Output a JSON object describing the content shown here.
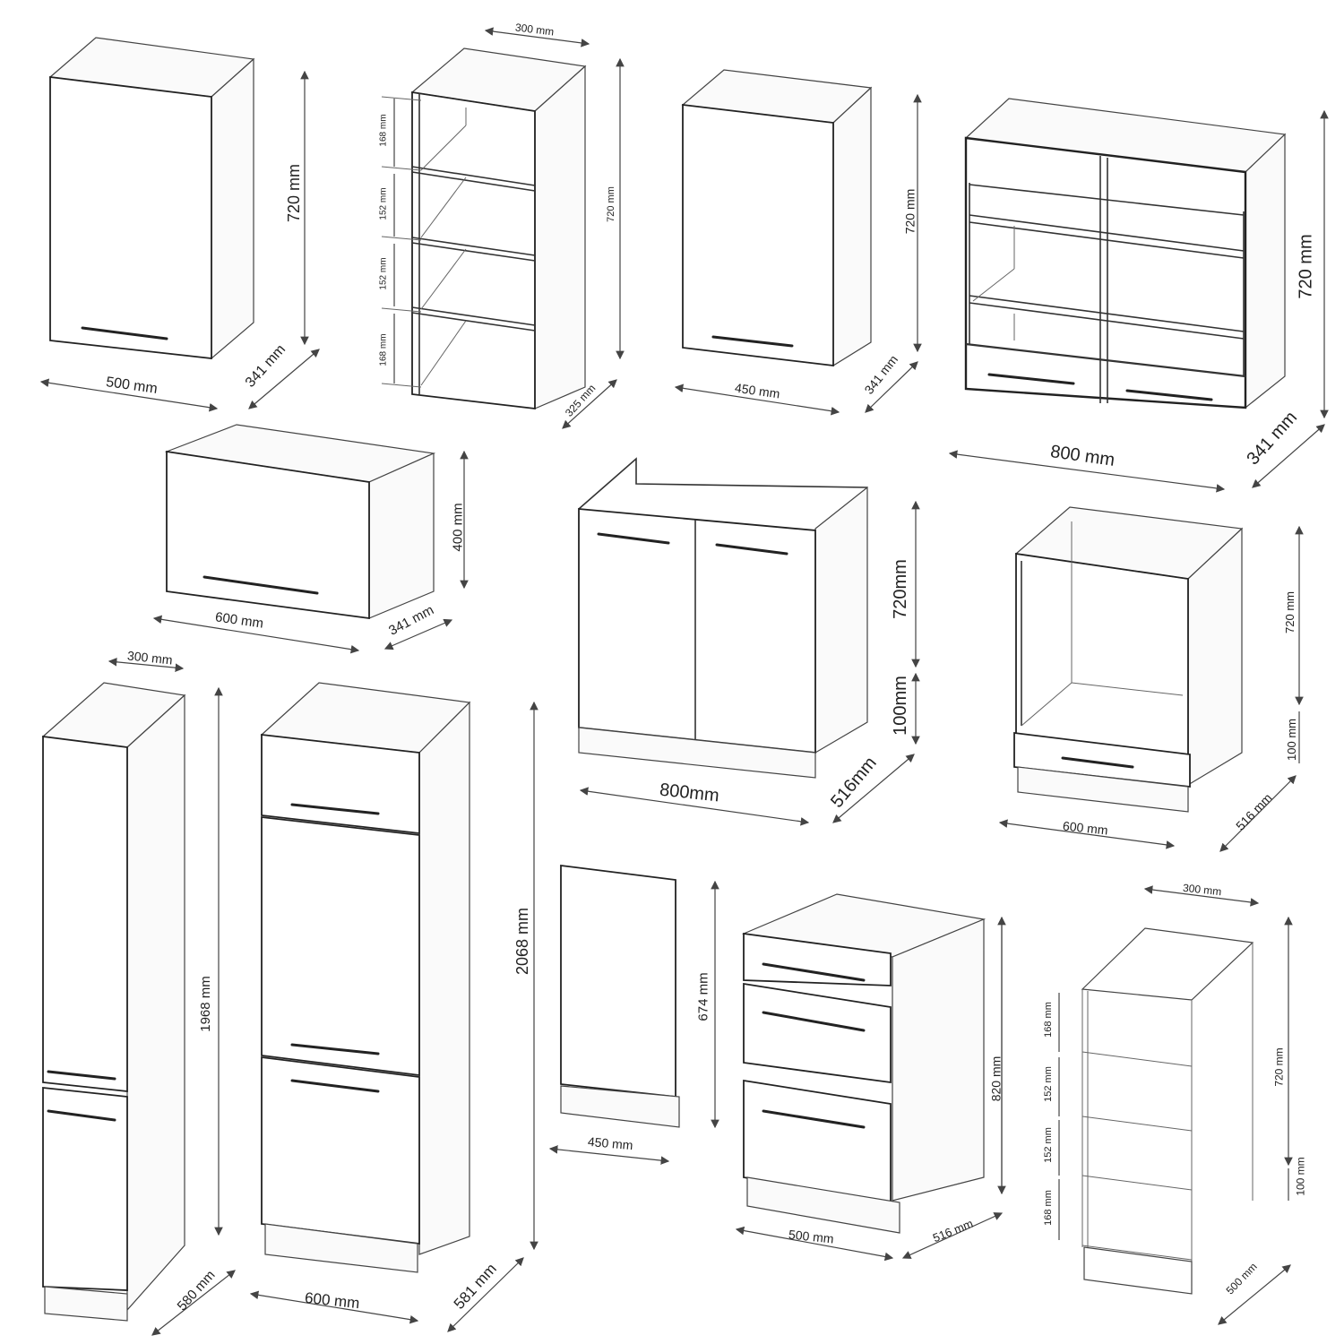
{
  "diagram": {
    "title": "Kitchen cabinet set dimensions",
    "units": "mm",
    "modules": [
      {
        "id": "wall-500",
        "type": "wall cabinet, 1 door",
        "width": "500 mm",
        "height": "720 mm",
        "depth": "341 mm"
      },
      {
        "id": "wall-open-300",
        "type": "open wall shelf",
        "width": "300 mm",
        "height": "720 mm",
        "depth": "325 mm",
        "shelves": [
          "168 mm",
          "152 mm",
          "152 mm",
          "168 mm"
        ]
      },
      {
        "id": "wall-450",
        "type": "wall cabinet, 1 door",
        "width": "450 mm",
        "height": "720 mm",
        "depth": "341 mm"
      },
      {
        "id": "wall-glass-800",
        "type": "glass wall cabinet with drawers",
        "width": "800 mm",
        "height": "720 mm",
        "depth": "341 mm"
      },
      {
        "id": "wall-flap-600",
        "type": "wall flap cabinet",
        "width": "600 mm",
        "height": "400 mm",
        "depth": "341 mm"
      },
      {
        "id": "sink-800",
        "type": "sink base cabinet",
        "width": "800mm",
        "height": "720mm",
        "plinth": "100mm",
        "depth": "516mm"
      },
      {
        "id": "oven-600",
        "type": "oven housing base",
        "width": "600 mm",
        "height": "720 mm",
        "plinth": "100 mm",
        "depth": "516 mm"
      },
      {
        "id": "tall-300",
        "type": "tall cabinet 2 doors",
        "width": "300 mm",
        "height": "1968 mm",
        "depth": "580 mm"
      },
      {
        "id": "tall-fridge-600",
        "type": "tall fridge housing",
        "width": "600 mm",
        "height": "2068 mm",
        "depth": "581 mm"
      },
      {
        "id": "dw-panel-450",
        "type": "dishwasher front panel",
        "width": "450 mm",
        "height": "674 mm"
      },
      {
        "id": "drawers-500",
        "type": "3-drawer base",
        "width": "500 mm",
        "height": "820 mm",
        "depth": "516 mm"
      },
      {
        "id": "base-open-300",
        "type": "open base shelf",
        "width": "300 mm",
        "height": "720 mm",
        "plinth": "100 mm",
        "total_height": "820 mm",
        "depth": "500 mm",
        "shelves": [
          "168 mm",
          "152 mm",
          "152 mm",
          "168 mm"
        ]
      }
    ]
  },
  "labels": {
    "w500": "500 mm",
    "h720a": "720 mm",
    "d341a": "341 mm",
    "w300a": "300 mm",
    "h720b": "720 mm",
    "d325": "325 mm",
    "s168a": "168 mm",
    "s152a": "152 mm",
    "s152b": "152 mm",
    "s168b": "168 mm",
    "w450a": "450 mm",
    "h720c": "720 mm",
    "d341b": "341 mm",
    "w800a": "800 mm",
    "h720d": "720 mm",
    "d341c": "341 mm",
    "w600a": "600 mm",
    "h400": "400 mm",
    "d341d": "341 mm",
    "w800b": "800mm",
    "h720e": "720mm",
    "p100a": "100mm",
    "d516a": "516mm",
    "w600b": "600 mm",
    "h720f": "720 mm",
    "p100b": "100 mm",
    "d516b": "516 mm",
    "w300b": "300 mm",
    "h1968": "1968 mm",
    "d580": "580 mm",
    "w600c": "600 mm",
    "h2068": "2068 mm",
    "d581": "581 mm",
    "w450b": "450 mm",
    "h674": "674 mm",
    "w500b": "500 mm",
    "h820": "820 mm",
    "d516c": "516 mm",
    "w300c": "300 mm",
    "h720g": "720 mm",
    "p100c": "100 mm",
    "d500": "500 mm",
    "s168c": "168 mm",
    "s152c": "152 mm",
    "s152d": "152 mm",
    "s168d": "168 mm"
  }
}
